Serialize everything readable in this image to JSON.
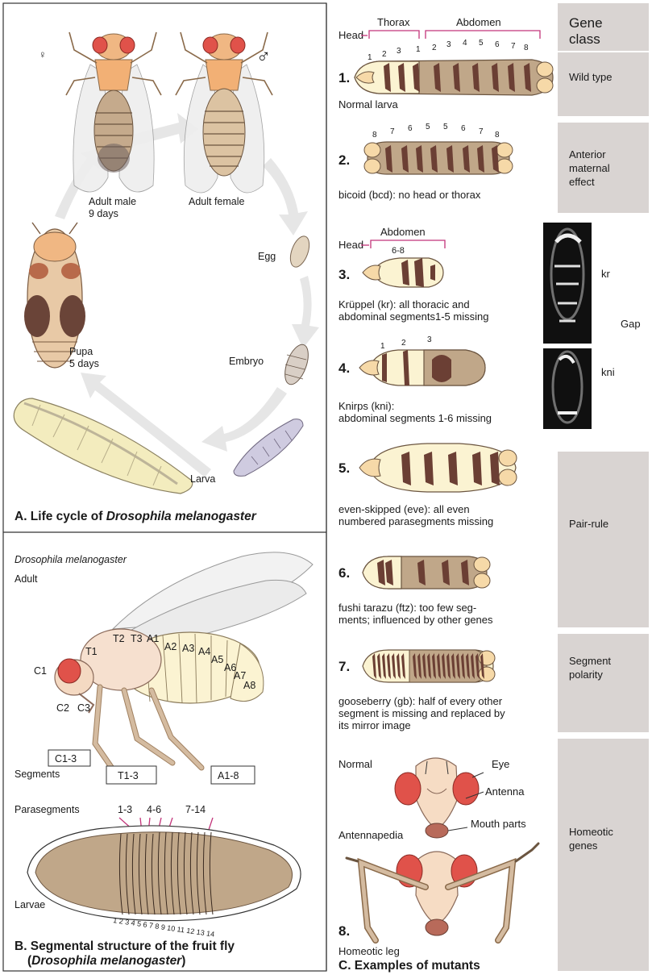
{
  "panelA": {
    "female_symbol": "♀",
    "male_symbol": "♂",
    "adult_male_label": "Adult male",
    "adult_male_days": "9 days",
    "adult_female_label": "Adult female",
    "egg_label": "Egg",
    "pupa_label": "Pupa",
    "pupa_days": "5 days",
    "embryo_label": "Embryo",
    "larva_label": "Larva",
    "caption_prefix": "A. Life cycle of ",
    "caption_species": "Drosophila melanogaster"
  },
  "panelB": {
    "species": "Drosophila melanogaster",
    "adult": "Adult",
    "segment_labels": {
      "c1": "C1",
      "c2": "C2",
      "c3": "C3",
      "t1": "T1",
      "t2": "T2",
      "t3": "T3",
      "a1": "A1",
      "a2": "A2",
      "a3": "A3",
      "a4": "A4",
      "a5": "A5",
      "a6": "A6",
      "a7": "A7",
      "a8": "A8"
    },
    "box_c": "C1-3",
    "box_t": "T1-3",
    "box_a": "A1-8",
    "segments": "Segments",
    "parasegments": "Parasegments",
    "ps_1": "1-3",
    "ps_2": "4-6",
    "ps_3": "7-14",
    "larvae": "Larvae",
    "larva_numbers": "1 2 3 4 5 6 7 8 9 10 11 12 13 14",
    "caption_line1": "B. Segmental structure of the fruit fly",
    "caption_line2_open": "(",
    "caption_line2_species": "Drosophila melanogaster",
    "caption_line2_close": ")"
  },
  "panelC": {
    "thorax": "Thorax",
    "abdomen": "Abdomen",
    "head": "Head",
    "wt_nums": [
      "1",
      "2",
      "3",
      "1",
      "2",
      "3",
      "4",
      "5",
      "6",
      "7",
      "8"
    ],
    "bcd_nums": [
      "8",
      "7",
      "6",
      "5",
      "5",
      "6",
      "7",
      "8"
    ],
    "m1_num": "1.",
    "m1_caption": "Normal larva",
    "m2_num": "2.",
    "m2_caption": "bicoid (bcd): no head or thorax",
    "m3_abdomen": "Abdomen",
    "m3_head": "Head",
    "m3_range": "6-8",
    "m3_num": "3.",
    "m3_caption_1": "Krüppel (kr): all thoracic and",
    "m3_caption_2": "abdominal segments1-5 missing",
    "m4_nums": [
      "1",
      "2",
      "3"
    ],
    "m4_num": "4.",
    "m4_caption_1": "Knirps (kni):",
    "m4_caption_2": "abdominal segments 1-6 missing",
    "m5_num": "5.",
    "m5_caption_1": "even-skipped (eve): all even",
    "m5_caption_2": "numbered parasegments missing",
    "m6_num": "6.",
    "m6_caption_1": "fushi tarazu (ftz): too few seg-",
    "m6_caption_2": "ments; influenced by other genes",
    "m7_num": "7.",
    "m7_caption_1": "gooseberry (gb): half of every other",
    "m7_caption_2": "segment is missing and replaced by",
    "m7_caption_3": "its mirror image",
    "normal": "Normal",
    "eye": "Eye",
    "antenna": "Antenna",
    "mouth_parts": "Mouth parts",
    "antennapedia": "Antennapedia",
    "m8_num": "8.",
    "homeotic_leg": "Homeotic leg",
    "caption": "C. Examples of mutants",
    "micro_kr": "kr",
    "micro_kni": "kni",
    "gap": "Gap"
  },
  "gene_class": {
    "header_1": "Gene",
    "header_2": "class",
    "wild_type": "Wild type",
    "anterior_1": "Anterior",
    "anterior_2": "maternal",
    "anterior_3": "effect",
    "pair_rule": "Pair-rule",
    "segment_1": "Segment",
    "segment_2": "polarity",
    "homeotic_1": "Homeotic",
    "homeotic_2": "genes"
  },
  "colors": {
    "larva_tan": "#c0a789",
    "larva_cream": "#fbf3d2",
    "band_brown": "#6b3f34",
    "bracket_magenta": "#c2347a",
    "sidebar_gray": "#d9d4d2",
    "eye_red": "#e0524a"
  }
}
